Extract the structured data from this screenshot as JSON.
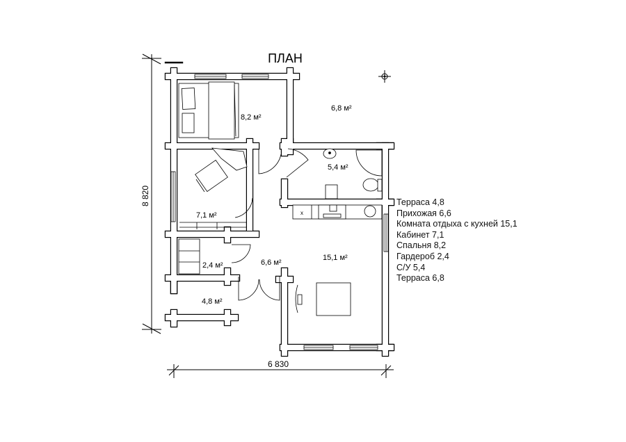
{
  "title": "ПЛАН",
  "dimensions": {
    "height": "8 820",
    "width": "6 830"
  },
  "rooms": {
    "bedroom": "8,2 м²",
    "terrace_top": "6,8 м²",
    "bathroom": "5,4 м²",
    "office": "7,1 м²",
    "wardrobe": "2,4 м²",
    "hall": "6,6 м²",
    "living": "15,1 м²",
    "terrace_bottom": "4,8 м²"
  },
  "legend": [
    "Терраса 4,8",
    "Прихожая 6,6",
    "Комната отдыха с кухней 15,1",
    "Кабинет 7,1",
    "Спальня 8,2",
    "Гардероб 2,4",
    "С/У 5,4",
    "Терраса 6,8"
  ],
  "kitchen_marks": {
    "sink_x": "x"
  }
}
